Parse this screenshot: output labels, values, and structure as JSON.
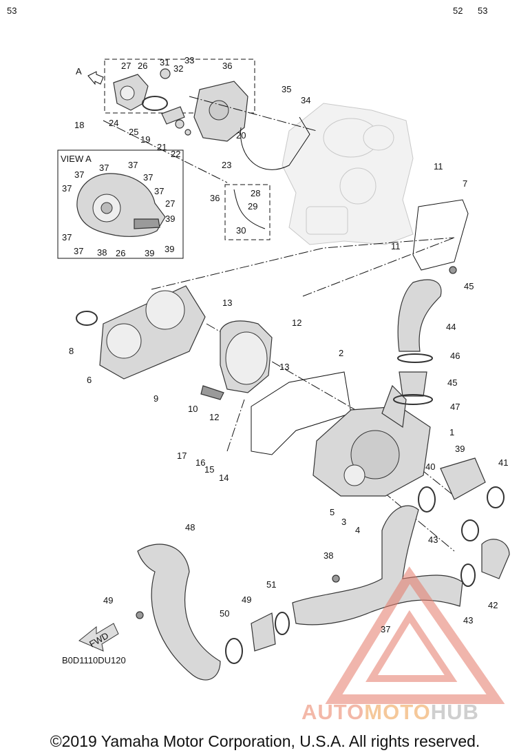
{
  "diagram": {
    "diagram_code": "B0D1110DU120",
    "view_label": "VIEW A",
    "view_arrow_label": "A",
    "fwd_label": "FWD",
    "main_callouts": [
      "1",
      "2",
      "3",
      "4",
      "5",
      "6",
      "7",
      "8",
      "9",
      "10",
      "11",
      "11",
      "12",
      "12",
      "13",
      "13",
      "14",
      "15",
      "16",
      "17",
      "18",
      "19",
      "20",
      "21",
      "22",
      "23",
      "24",
      "25",
      "26",
      "27",
      "28",
      "29",
      "30",
      "31",
      "32",
      "33",
      "34",
      "35",
      "36",
      "36",
      "37",
      "38",
      "39",
      "40",
      "41",
      "42",
      "43",
      "43",
      "44",
      "45",
      "45",
      "46",
      "47",
      "48",
      "49",
      "49",
      "50",
      "51",
      "52",
      "53",
      "53"
    ],
    "view_a_callouts": [
      "37",
      "37",
      "37",
      "37",
      "37",
      "37",
      "27",
      "39",
      "39",
      "39",
      "26",
      "38",
      "37",
      "37"
    ]
  },
  "watermark": {
    "part1": "AUTO",
    "part2": "MOTO",
    "part3": "HUB"
  },
  "footer": {
    "copyright": "©2019 Yamaha Motor Corporation, U.S.A. All rights reserved."
  }
}
